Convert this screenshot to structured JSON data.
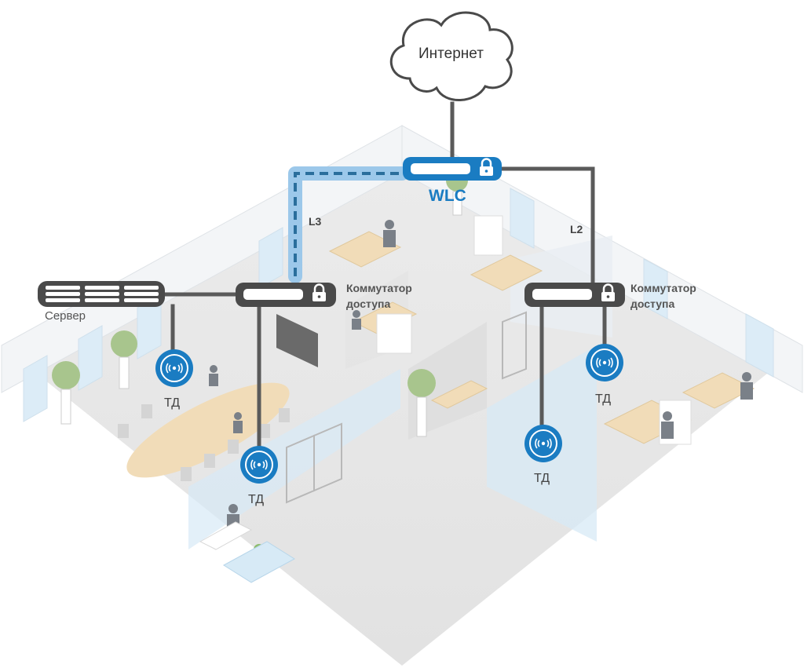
{
  "diagram": {
    "internet_label": "Интернет",
    "wlc_label": "WLC",
    "l3_label": "L3",
    "l2_label": "L2",
    "switch_left": {
      "line1": "Коммутатор",
      "line2": "доступа"
    },
    "switch_right": {
      "line1": "Коммутатор",
      "line2": "доступа"
    },
    "server_label": "Сервер",
    "ap_labels": [
      "ТД",
      "ТД",
      "ТД",
      "ТД"
    ]
  },
  "colors": {
    "accent": "#1a7cc2",
    "wire": "#5a5a5a",
    "device_dark": "#4a4a4a",
    "tunnel": "#9cc8ea",
    "floor": "#e9e9e9",
    "wall": "#f4f6f8",
    "glass": "#d7eaf6"
  },
  "icons": [
    "cloud-icon",
    "lock-icon",
    "wifi-icon",
    "server-icon"
  ]
}
